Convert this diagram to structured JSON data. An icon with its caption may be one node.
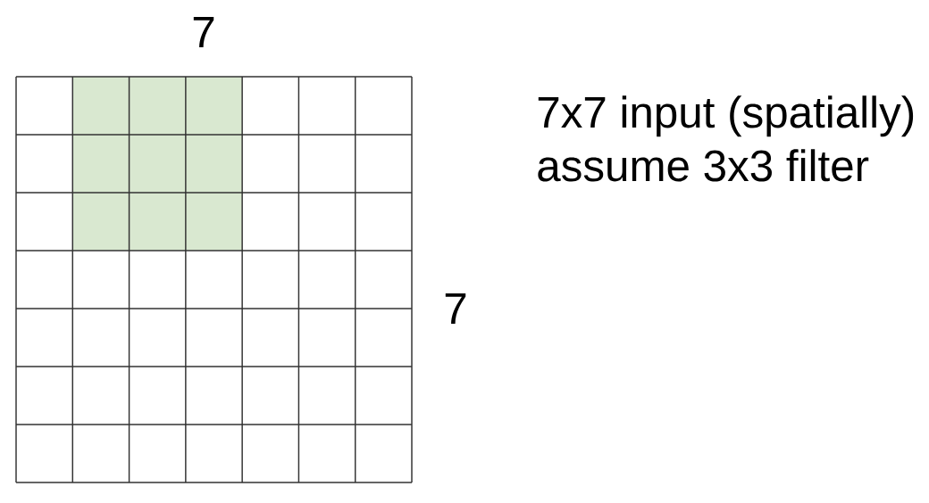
{
  "diagram": {
    "labels": [
      "7",
      "7",
      "7x7 input (spatially)",
      "assume 3x3 filter"
    ]
  }
}
